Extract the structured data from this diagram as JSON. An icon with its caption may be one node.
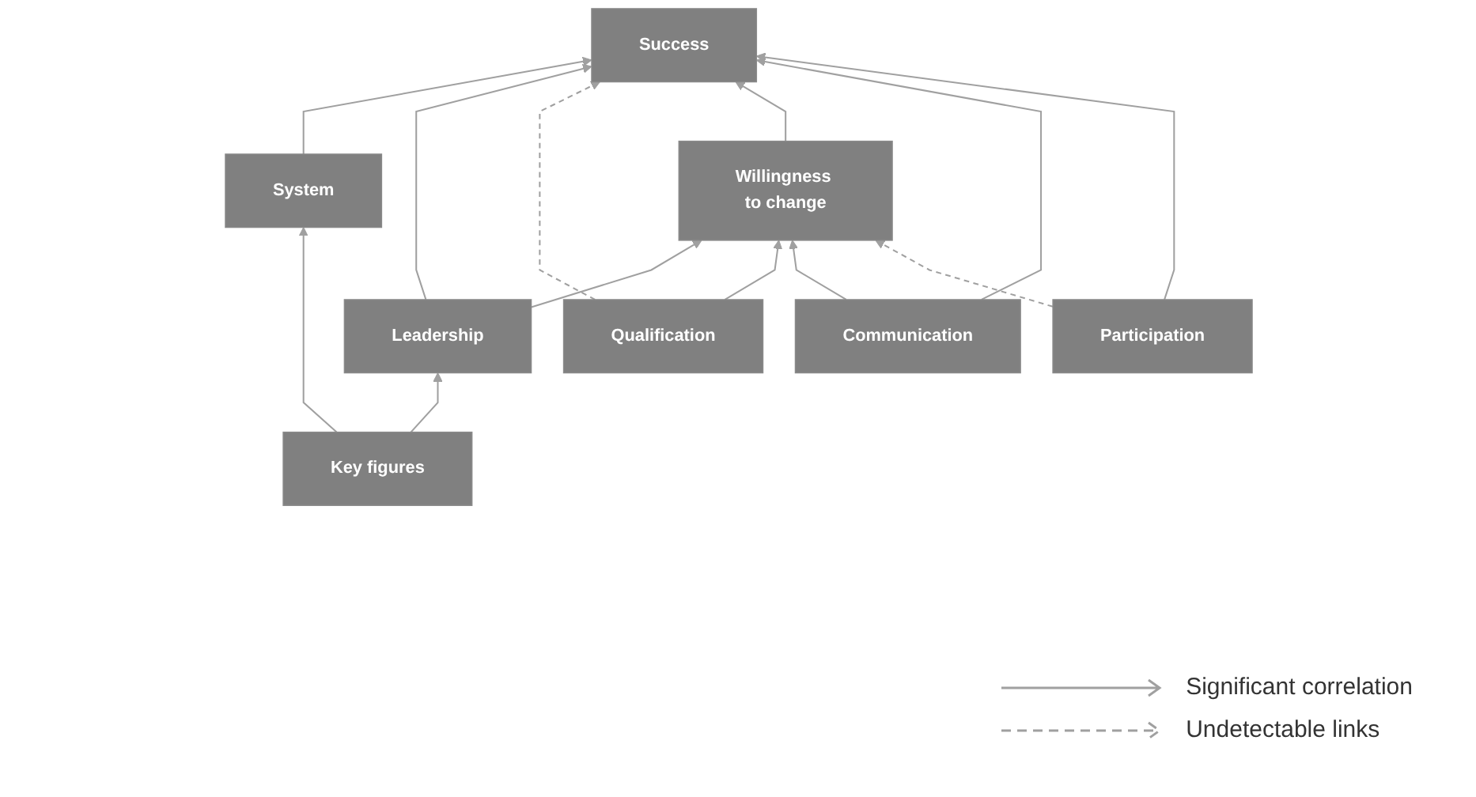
{
  "diagram": {
    "nodes": [
      {
        "text": [
          "Success"
        ]
      },
      {
        "text": [
          "Willingness to change"
        ]
      },
      {
        "text": [
          "System"
        ]
      },
      {
        "text": [
          "Leadership"
        ]
      },
      {
        "text": [
          "Qualification"
        ]
      },
      {
        "text": [
          "Communication"
        ]
      },
      {
        "text": [
          "Participation"
        ]
      },
      {
        "text": [
          "Key figures"
        ]
      }
    ],
    "edges": [
      {
        "from": 2,
        "to": 0,
        "arrow": "to"
      },
      {
        "from": 3,
        "to": 0,
        "arrow": "to"
      },
      {
        "from": 3,
        "to": 1,
        "arrow": "to"
      },
      {
        "from": 4,
        "to": 0,
        "arrow": "to",
        "style": "dashed"
      },
      {
        "from": 4,
        "to": 1,
        "arrow": "to"
      },
      {
        "from": 1,
        "to": 0,
        "arrow": "to"
      },
      {
        "from": 5,
        "to": 0,
        "arrow": "to"
      },
      {
        "from": 5,
        "to": 1,
        "arrow": "to"
      },
      {
        "from": 6,
        "to": 0,
        "arrow": "to"
      },
      {
        "from": 6,
        "to": 1,
        "arrow": "to",
        "style": "dashed"
      },
      {
        "from": 7,
        "to": 2,
        "arrow": "to"
      },
      {
        "from": 7,
        "to": 3,
        "arrow": "to"
      }
    ],
    "legend": [
      {
        "text": "Significant correlation"
      },
      {
        "text": "Undetectable links"
      }
    ]
  }
}
